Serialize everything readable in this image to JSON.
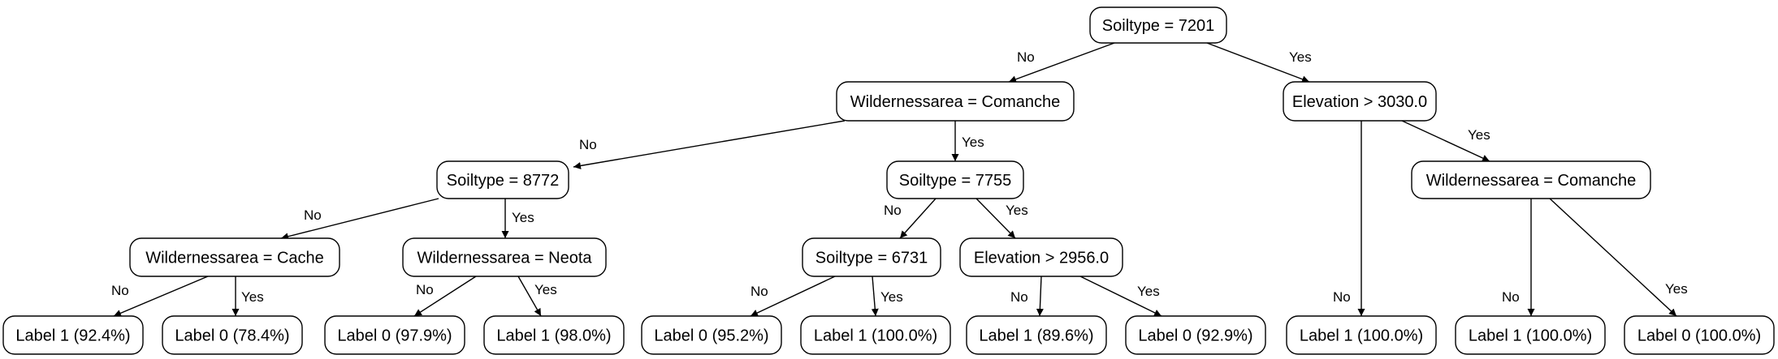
{
  "diagram": {
    "nodes": {
      "n0": "Soiltype = 7201",
      "n1": "Wildernessarea = Comanche",
      "n2": "Elevation > 3030.0",
      "n3": "Soiltype = 8772",
      "n4": "Soiltype = 7755",
      "n5": "Wildernessarea = Comanche",
      "n6": "Wildernessarea = Cache",
      "n7": "Wildernessarea = Neota",
      "n8": "Soiltype = 6731",
      "n9": "Elevation > 2956.0",
      "l1": "Label 1 (92.4%)",
      "l2": "Label 0 (78.4%)",
      "l3": "Label 0 (97.9%)",
      "l4": "Label 1 (98.0%)",
      "l5": "Label 0 (95.2%)",
      "l6": "Label 1 (100.0%)",
      "l7": "Label 1 (89.6%)",
      "l8": "Label 0 (92.9%)",
      "l9": "Label 1 (100.0%)",
      "l10": "Label 1 (100.0%)",
      "l11": "Label 0 (100.0%)"
    },
    "edges": [
      {
        "from": "n0",
        "to": "n1",
        "label": "No"
      },
      {
        "from": "n0",
        "to": "n2",
        "label": "Yes"
      },
      {
        "from": "n1",
        "to": "n3",
        "label": "No"
      },
      {
        "from": "n1",
        "to": "n4",
        "label": "Yes"
      },
      {
        "from": "n2",
        "to": "l9",
        "label": "No"
      },
      {
        "from": "n2",
        "to": "n5",
        "label": "Yes"
      },
      {
        "from": "n3",
        "to": "n6",
        "label": "No"
      },
      {
        "from": "n3",
        "to": "n7",
        "label": "Yes"
      },
      {
        "from": "n4",
        "to": "n8",
        "label": "No"
      },
      {
        "from": "n4",
        "to": "n9",
        "label": "Yes"
      },
      {
        "from": "n5",
        "to": "l10",
        "label": "No"
      },
      {
        "from": "n5",
        "to": "l11",
        "label": "Yes"
      },
      {
        "from": "n6",
        "to": "l1",
        "label": "No"
      },
      {
        "from": "n6",
        "to": "l2",
        "label": "Yes"
      },
      {
        "from": "n7",
        "to": "l3",
        "label": "No"
      },
      {
        "from": "n7",
        "to": "l4",
        "label": "Yes"
      },
      {
        "from": "n8",
        "to": "l5",
        "label": "No"
      },
      {
        "from": "n8",
        "to": "l6",
        "label": "Yes"
      },
      {
        "from": "n9",
        "to": "l7",
        "label": "No"
      },
      {
        "from": "n9",
        "to": "l8",
        "label": "Yes"
      }
    ]
  }
}
